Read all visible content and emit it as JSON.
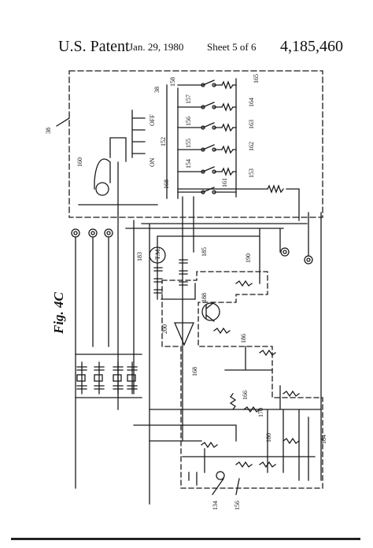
{
  "header": {
    "patent_label": "U.S. Patent",
    "date": "Jan. 29, 1980",
    "sheet": "Sheet 5 of 6",
    "patent_number": "4,185,460"
  },
  "figure": {
    "title": "Fig. 4C",
    "labels": {
      "r38a": "38",
      "r38b": "38",
      "r158": "158",
      "r165": "165",
      "r157": "157",
      "r164": "164",
      "r156": "156",
      "r163": "163",
      "r155": "155",
      "r162": "162",
      "r154": "154",
      "r161": "161",
      "r153": "153",
      "r168a": "168",
      "r152": "152",
      "off": "OFF",
      "on": "ON",
      "r160": "160",
      "r183": "183",
      "tm": "T.M.",
      "r185": "185",
      "r190": "190",
      "r188": "188",
      "r200": "200",
      "r186": "186",
      "r168b": "168",
      "r166": "166",
      "r170": "170",
      "r180": "180",
      "r184": "184",
      "r134": "134",
      "r156b": "156"
    }
  }
}
